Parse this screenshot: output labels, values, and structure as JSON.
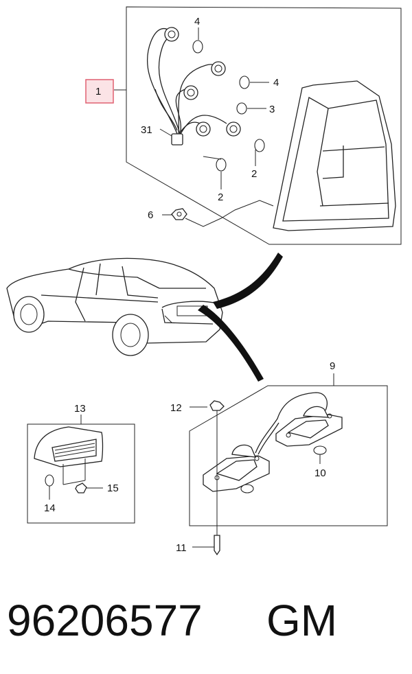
{
  "labels": {
    "p1": "1",
    "p2a": "2",
    "p2b": "2",
    "p3": "3",
    "p4a": "4",
    "p4b": "4",
    "p6": "6",
    "p9": "9",
    "p10": "10",
    "p11": "11",
    "p12": "12",
    "p13": "13",
    "p14": "14",
    "p15": "15",
    "p31": "31"
  },
  "footer": {
    "part_number": "96206577",
    "brand": "GM"
  },
  "colors": {
    "highlight_box_border": "#e06070",
    "highlight_box_fill": "#fbe3e6",
    "line": "#222222"
  }
}
